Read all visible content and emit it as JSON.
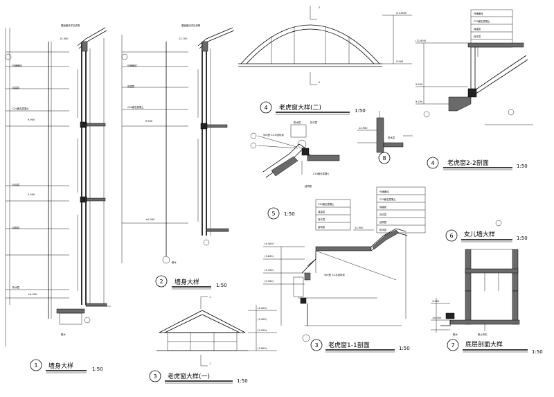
{
  "titles": {
    "d1": {
      "num": "1",
      "name": "墙身大样",
      "scale": "1:50"
    },
    "d2": {
      "num": "2",
      "name": "墙身大样",
      "scale": "1:50"
    },
    "d3": {
      "num": "3",
      "name": "老虎窗大样(一)",
      "scale": "1:50"
    },
    "d3b": {
      "num": "3",
      "name": "老虎窗1-1剖面",
      "scale": "1:50"
    },
    "d4a": {
      "num": "4",
      "name": "老虎窗大样(二)",
      "scale": "1:50"
    },
    "d4b": {
      "num": "4",
      "name": "老虎窗2-2剖面",
      "scale": "1:50"
    },
    "d5": {
      "num": "5",
      "scale": "1:50"
    },
    "d6": {
      "num": "6",
      "name": "女儿墙大样",
      "scale": "1:50"
    },
    "d7": {
      "num": "7",
      "name": "底层剖面大样",
      "scale": "1:50"
    },
    "d8": {
      "num": "8"
    }
  },
  "cuts": {
    "c1": "1",
    "c2": "2"
  },
  "levels": {
    "l1": "15.300",
    "l2": "9.900",
    "l3": "3.900",
    "l4": "±0.000",
    "l5": "12.700",
    "l6": "(4.500)",
    "l7": "(3.800)",
    "l8": "(2.950)",
    "l9": "(3.100)",
    "l10": "±0.000",
    "l11": "(11.800)",
    "l12": "9.900",
    "l13": "12.900",
    "l14": "9.250",
    "l15": "(4.000)",
    "l16": "(3.400)",
    "l17": "(2.600)",
    "l18": "(2.900)"
  },
  "notes": {
    "n1": "屋面做法详见说明",
    "n2": "900宽 1:2水泥砂浆",
    "n3": "散水",
    "n4": "防水层",
    "n5": "素土夯实",
    "n6": "外墙面砖",
    "n7": "C20细石混凝土",
    "n8": "保温层",
    "n9": "找平层",
    "n10": "结构层"
  }
}
